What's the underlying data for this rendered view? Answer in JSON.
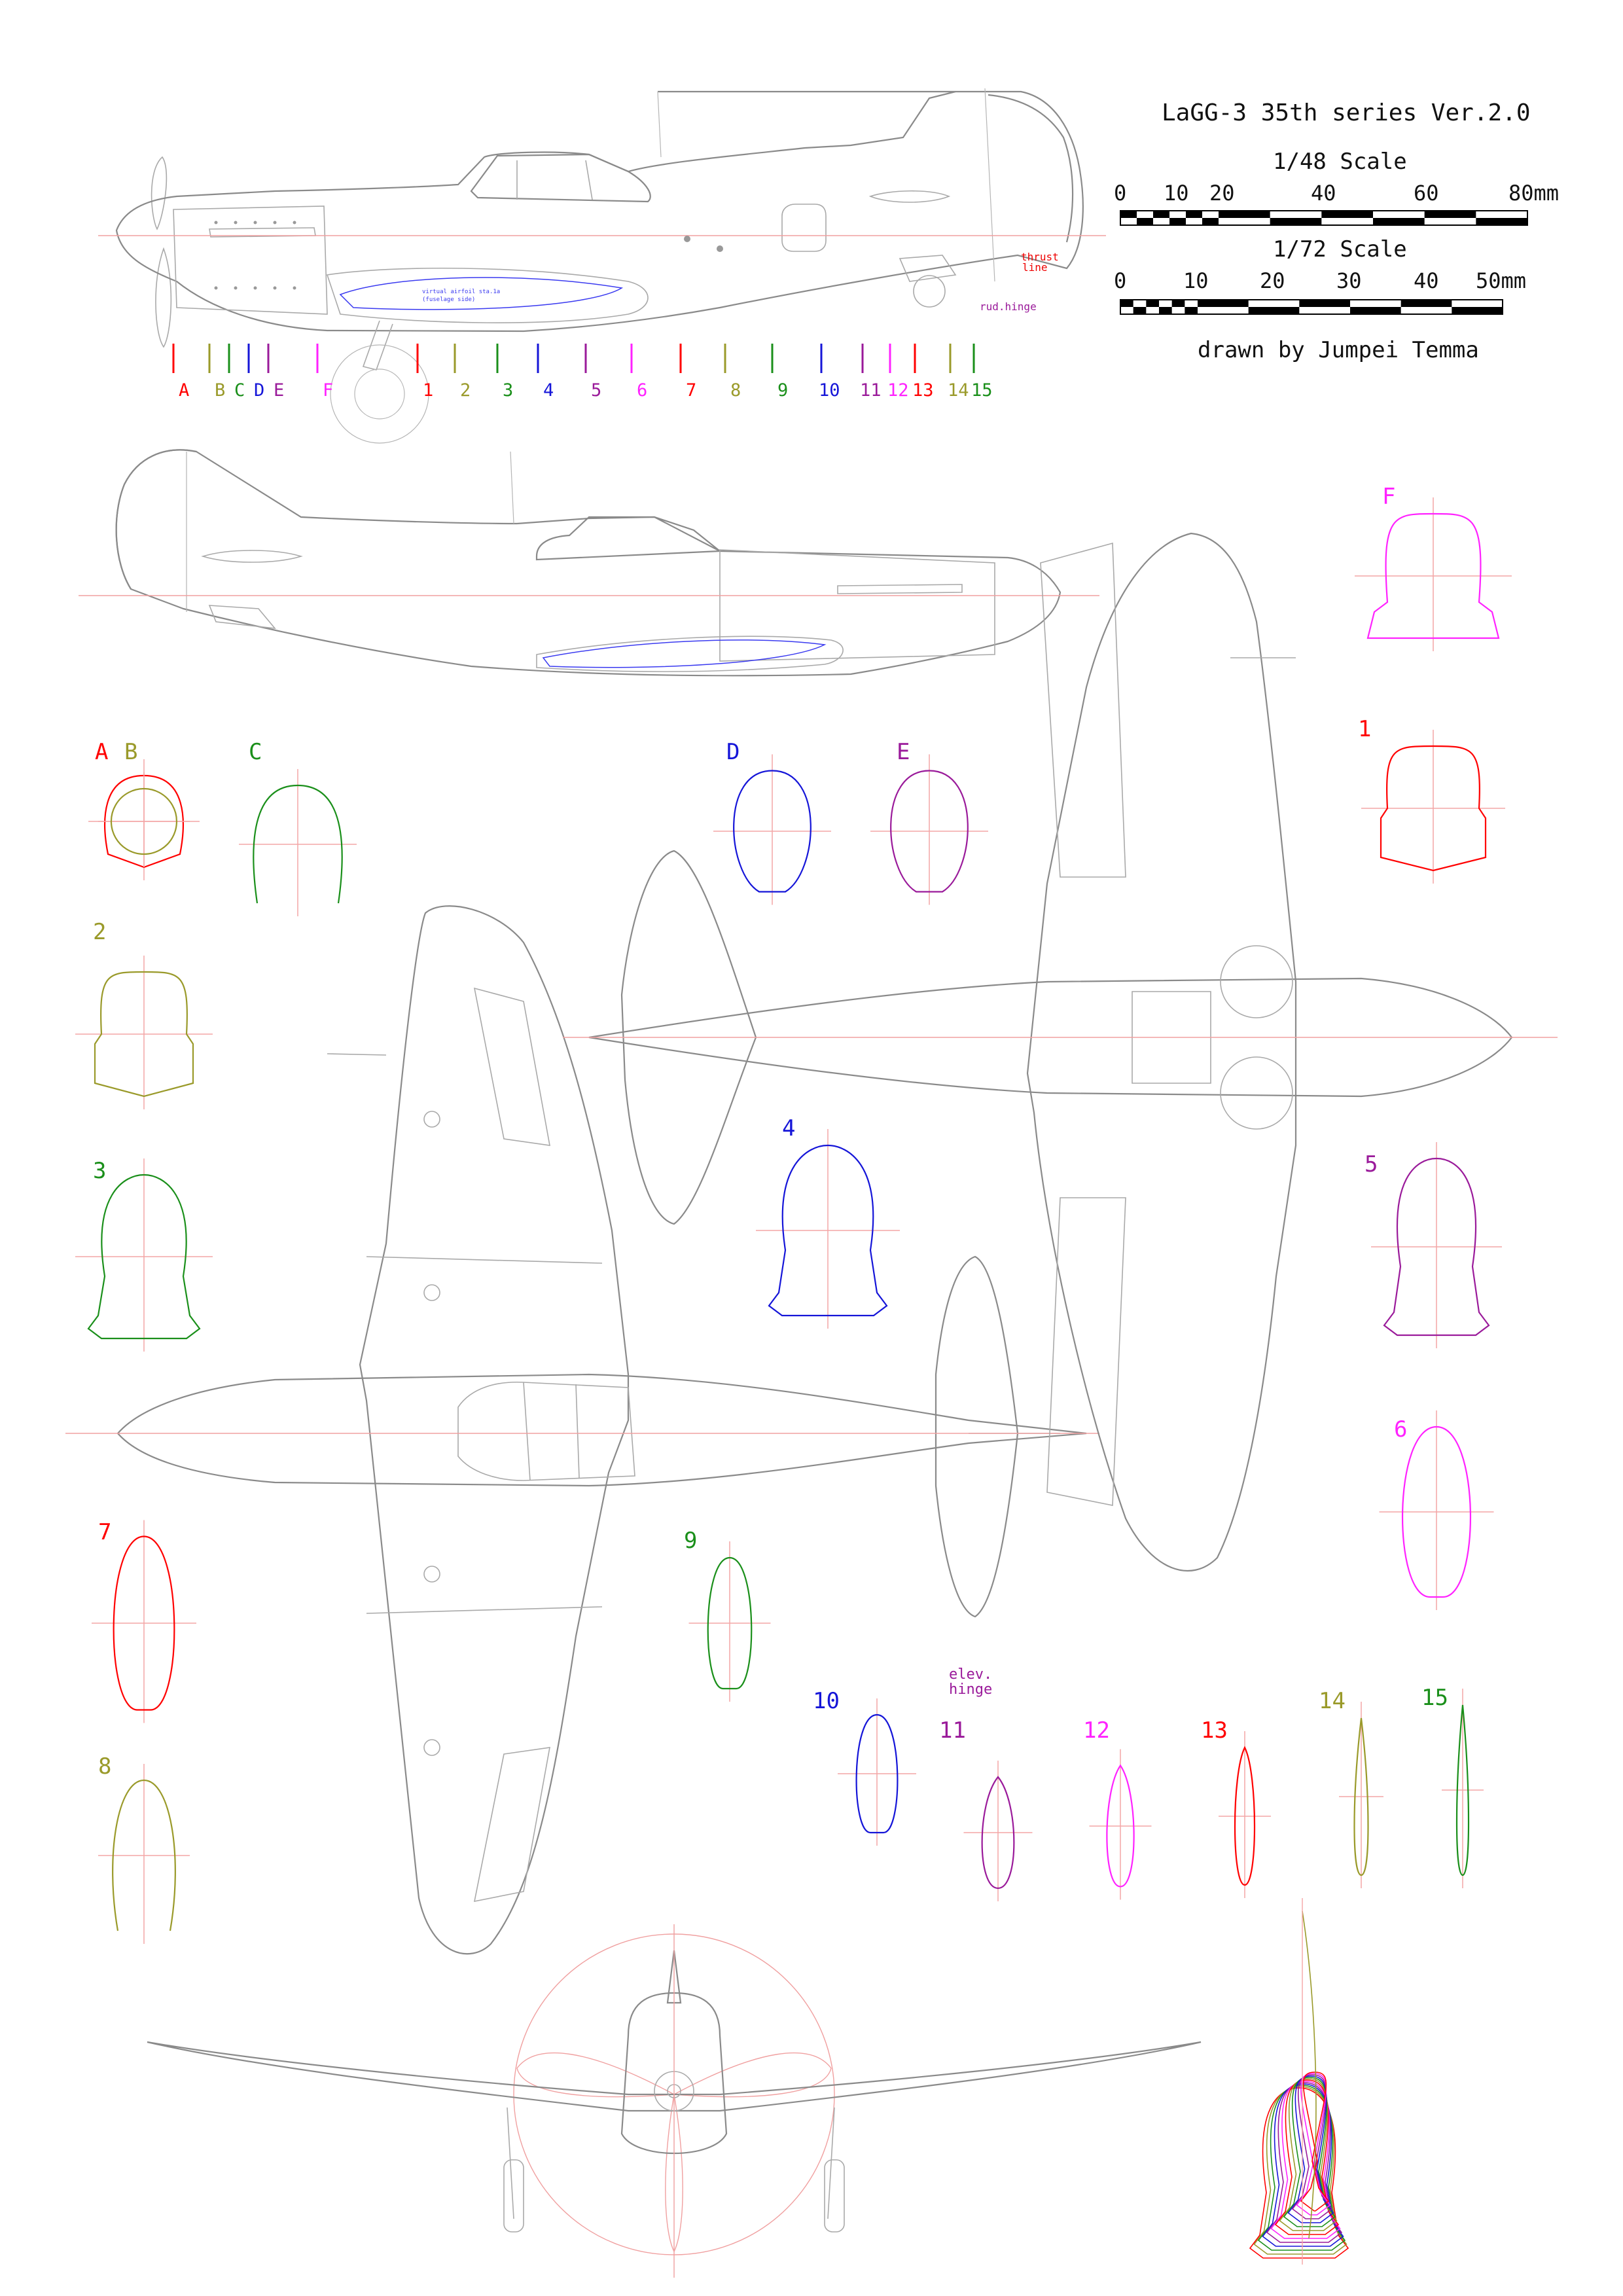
{
  "title": "LaGG-3 35th series Ver.2.0",
  "author": "drawn by  Jumpei Temma",
  "scales": [
    {
      "label": "1/48 Scale",
      "ticks": [
        "0",
        "10",
        "20",
        "40",
        "60",
        "80mm"
      ]
    },
    {
      "label": "1/72 Scale",
      "ticks": [
        "0",
        "10",
        "20",
        "30",
        "40",
        "50mm"
      ]
    }
  ],
  "annotations": {
    "thrust_line": [
      "thrust",
      "line"
    ],
    "rudder_hinge": "rud.hinge",
    "elevator_hinge": [
      "elev.",
      "hinge"
    ],
    "airfoil_note": [
      "virtual airfoil sta.1a",
      "(fuselage side)"
    ]
  },
  "station_colors": {
    "A": "#ff0000",
    "B": "#9a9a2a",
    "C": "#1a8f1a",
    "D": "#1515d8",
    "E": "#9a1a9a",
    "F": "#ff22ff",
    "1": "#ff0000",
    "2": "#9a9a2a",
    "3": "#1a8f1a",
    "4": "#1515d8",
    "5": "#9a1a9a",
    "6": "#ff22ff",
    "7": "#ff0000",
    "8": "#9a9a2a",
    "9": "#1a8f1a",
    "10": "#1515d8",
    "11": "#9a1a9a",
    "12": "#ff22ff",
    "13": "#ff0000",
    "14": "#9a9a2a",
    "15": "#1a8f1a"
  },
  "station_row": [
    "A",
    "B",
    "C",
    "D",
    "E",
    "F",
    "1",
    "2",
    "3",
    "4",
    "5",
    "6",
    "7",
    "8",
    "9",
    "10",
    "11",
    "12",
    "13",
    "14",
    "15"
  ],
  "sections": [
    "A",
    "B",
    "C",
    "D",
    "E",
    "F",
    "1",
    "2",
    "3",
    "4",
    "5",
    "6",
    "7",
    "8",
    "9",
    "10",
    "11",
    "12",
    "13",
    "14",
    "15"
  ],
  "views": [
    "side-view-left",
    "side-view-right",
    "top-view",
    "bottom-view",
    "front-view",
    "sections-overlay"
  ]
}
